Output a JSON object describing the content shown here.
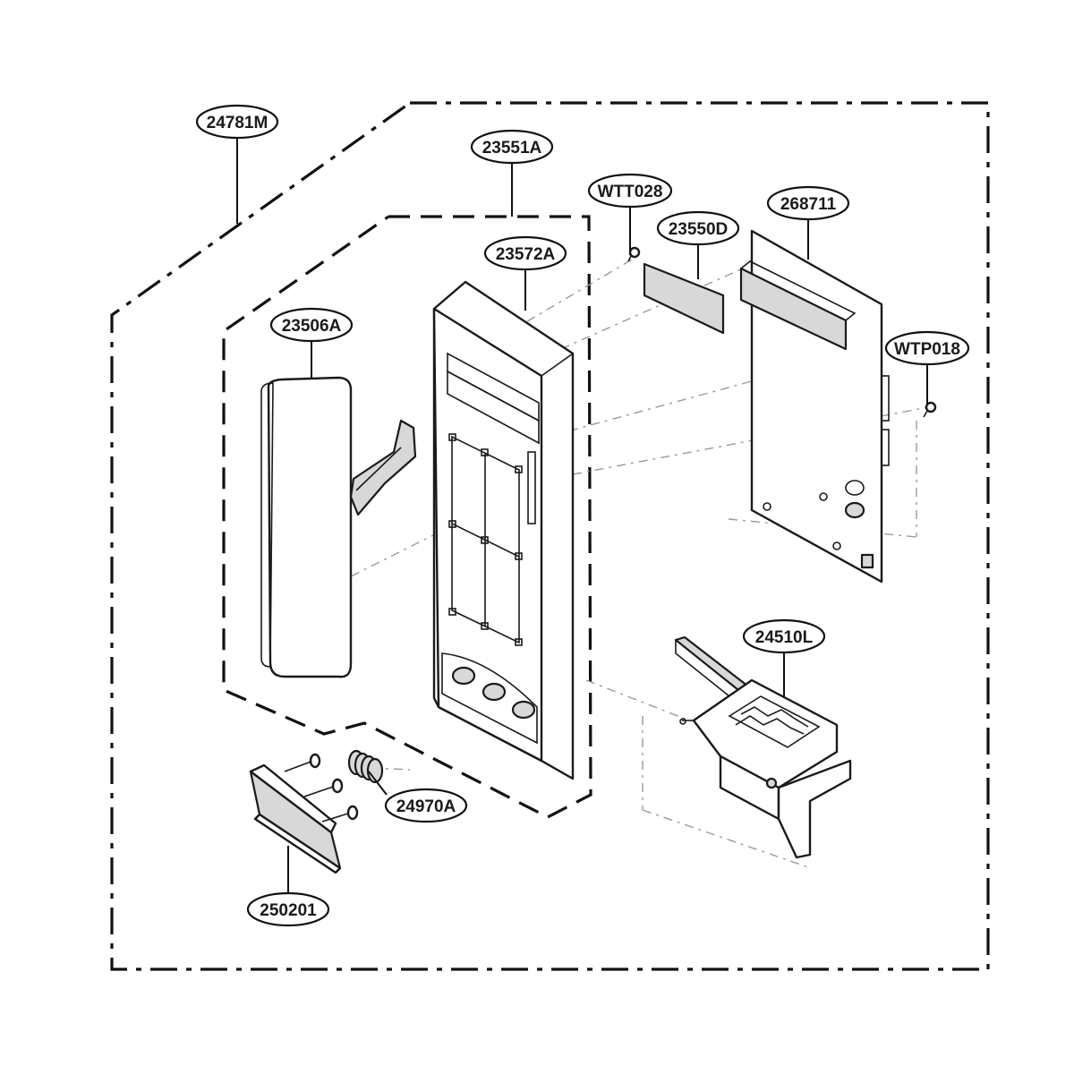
{
  "diagram": {
    "callouts": [
      {
        "id": "24781M",
        "text": "24781M"
      },
      {
        "id": "23551A",
        "text": "23551A"
      },
      {
        "id": "WTT028",
        "text": "WTT028"
      },
      {
        "id": "268711",
        "text": "268711"
      },
      {
        "id": "23550D",
        "text": "23550D"
      },
      {
        "id": "23572A",
        "text": "23572A"
      },
      {
        "id": "23506A",
        "text": "23506A"
      },
      {
        "id": "WTP018",
        "text": "WTP018"
      },
      {
        "id": "24510L",
        "text": "24510L"
      },
      {
        "id": "24970A",
        "text": "24970A"
      },
      {
        "id": "250201",
        "text": "250201"
      }
    ]
  }
}
